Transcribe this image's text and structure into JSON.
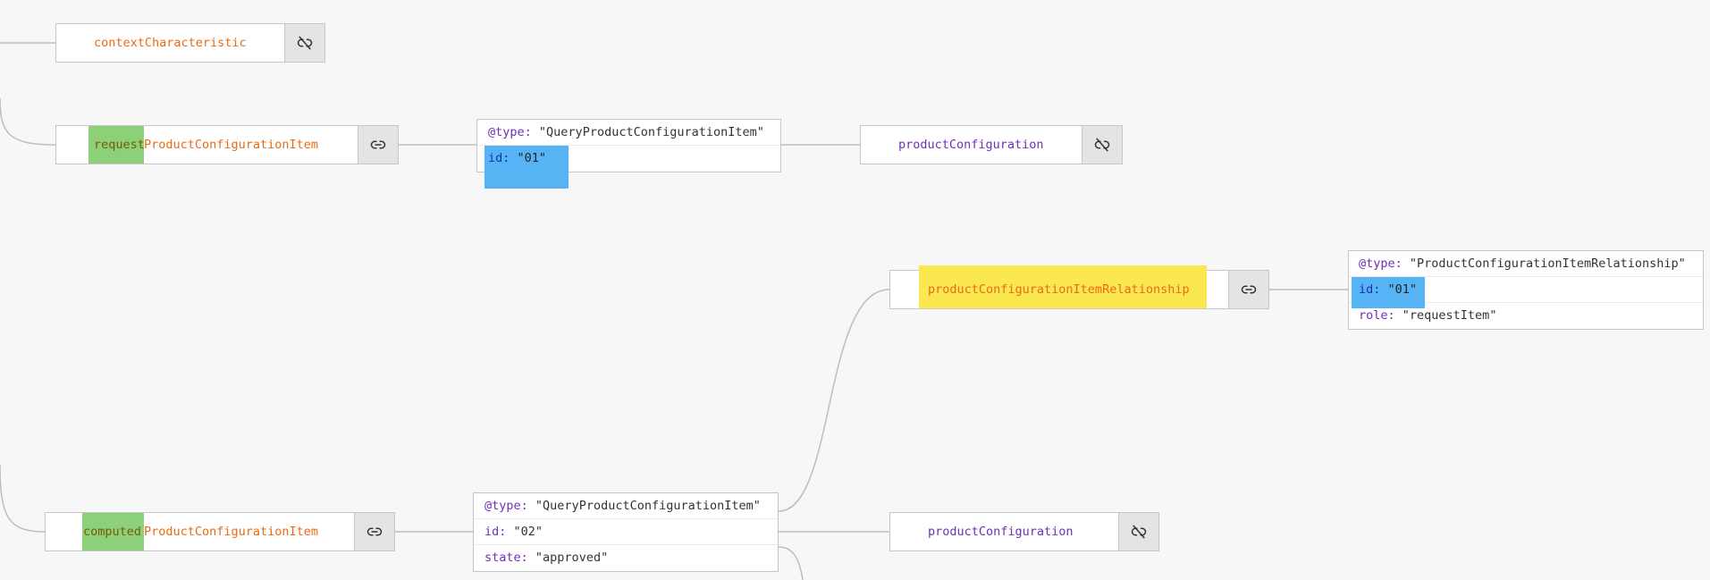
{
  "nodes": {
    "context": {
      "label": "contextCharacteristic",
      "link_icon": "link-off-icon"
    },
    "request": {
      "label_highlight": "request",
      "label_rest": "ProductConfigurationItem",
      "link_icon": "link-icon"
    },
    "request_obj": {
      "type_key": "@type:",
      "type_value": "\"QueryProductConfigurationItem\"",
      "id_key": "id:",
      "id_value": "\"01\""
    },
    "product_config_1": {
      "label": "productConfiguration",
      "link_icon": "link-off-icon"
    },
    "relationship": {
      "label": "productConfigurationItemRelationship",
      "link_icon": "link-icon"
    },
    "relationship_obj": {
      "type_key": "@type:",
      "type_value": "\"ProductConfigurationItemRelationship\"",
      "id_key": "id:",
      "id_value": "\"01\"",
      "role_key": "role:",
      "role_value": "\"requestItem\""
    },
    "computed": {
      "label_highlight": "computed",
      "label_rest": "ProductConfigurationItem",
      "link_icon": "link-icon"
    },
    "computed_obj": {
      "type_key": "@type:",
      "type_value": "\"QueryProductConfigurationItem\"",
      "id_key": "id:",
      "id_value": "\"02\"",
      "state_key": "state:",
      "state_value": "\"approved\""
    },
    "product_config_2": {
      "label": "productConfiguration",
      "link_icon": "link-off-icon"
    }
  },
  "colors": {
    "edge": "#bdbdbd",
    "key_purple": "#6f2fb8",
    "label_orange": "#ea6b12",
    "highlight_green": "#8cd17a",
    "highlight_yellow": "#fbe74f",
    "highlight_blue": "#56b4f5"
  }
}
